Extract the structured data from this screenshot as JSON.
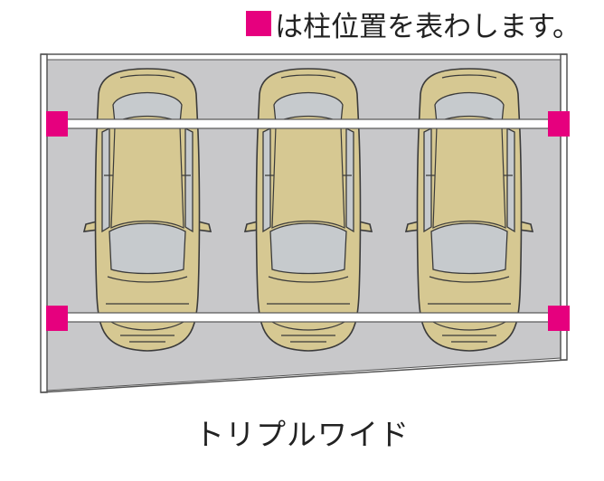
{
  "legend": {
    "text": "は柱位置を表わします。",
    "swatch_icon": "pink-square-icon",
    "swatch_color": "#e6007e"
  },
  "caption": "トリプルワイド",
  "colors": {
    "floor": "#c8c8ca",
    "frame": "#555555",
    "car_body": "#d6c892",
    "car_glass": "#c6cacd",
    "car_outline": "#3a3a3a",
    "beam": "#ffffff",
    "pillar": "#e6007e"
  },
  "diagram": {
    "cars": 3,
    "pillars": 4,
    "beams": 2
  }
}
